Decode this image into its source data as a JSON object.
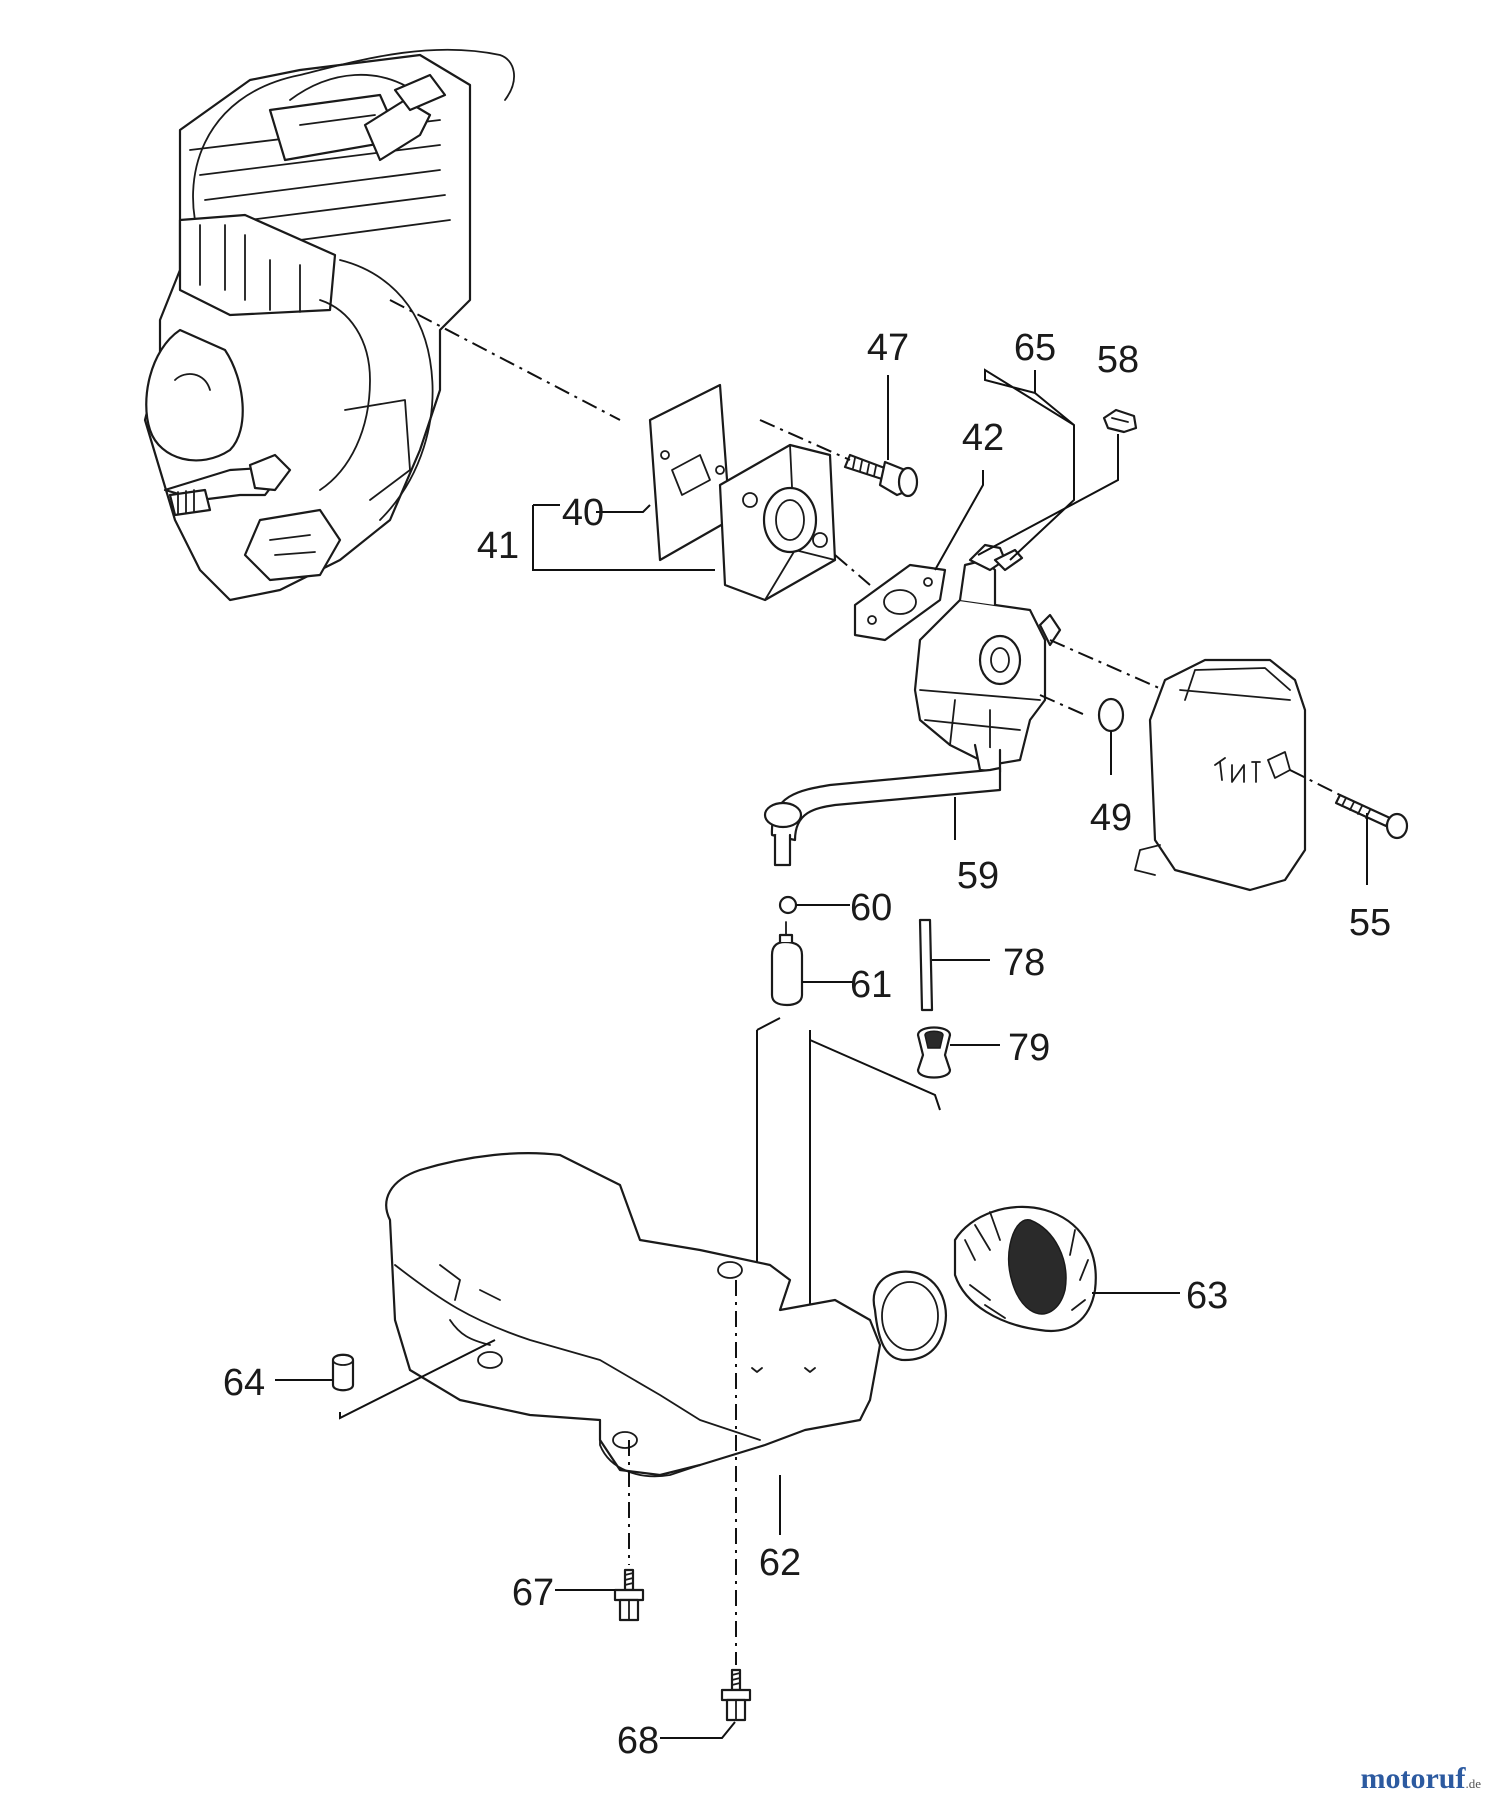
{
  "labels": {
    "p40": "40",
    "p41": "41",
    "p42": "42",
    "p47": "47",
    "p49": "49",
    "p55": "55",
    "p58": "58",
    "p59": "59",
    "p60": "60",
    "p61": "61",
    "p62": "62",
    "p63": "63",
    "p64": "64",
    "p65": "65",
    "p67": "67",
    "p68": "68",
    "p78": "78",
    "p79": "79"
  },
  "watermark": {
    "name": "motoruf",
    "tld": ".de"
  },
  "colors": {
    "line": "#1a1a1a",
    "background": "#ffffff",
    "watermark_blue": "#2c5aa0",
    "watermark_orange": "#e07b1a"
  }
}
